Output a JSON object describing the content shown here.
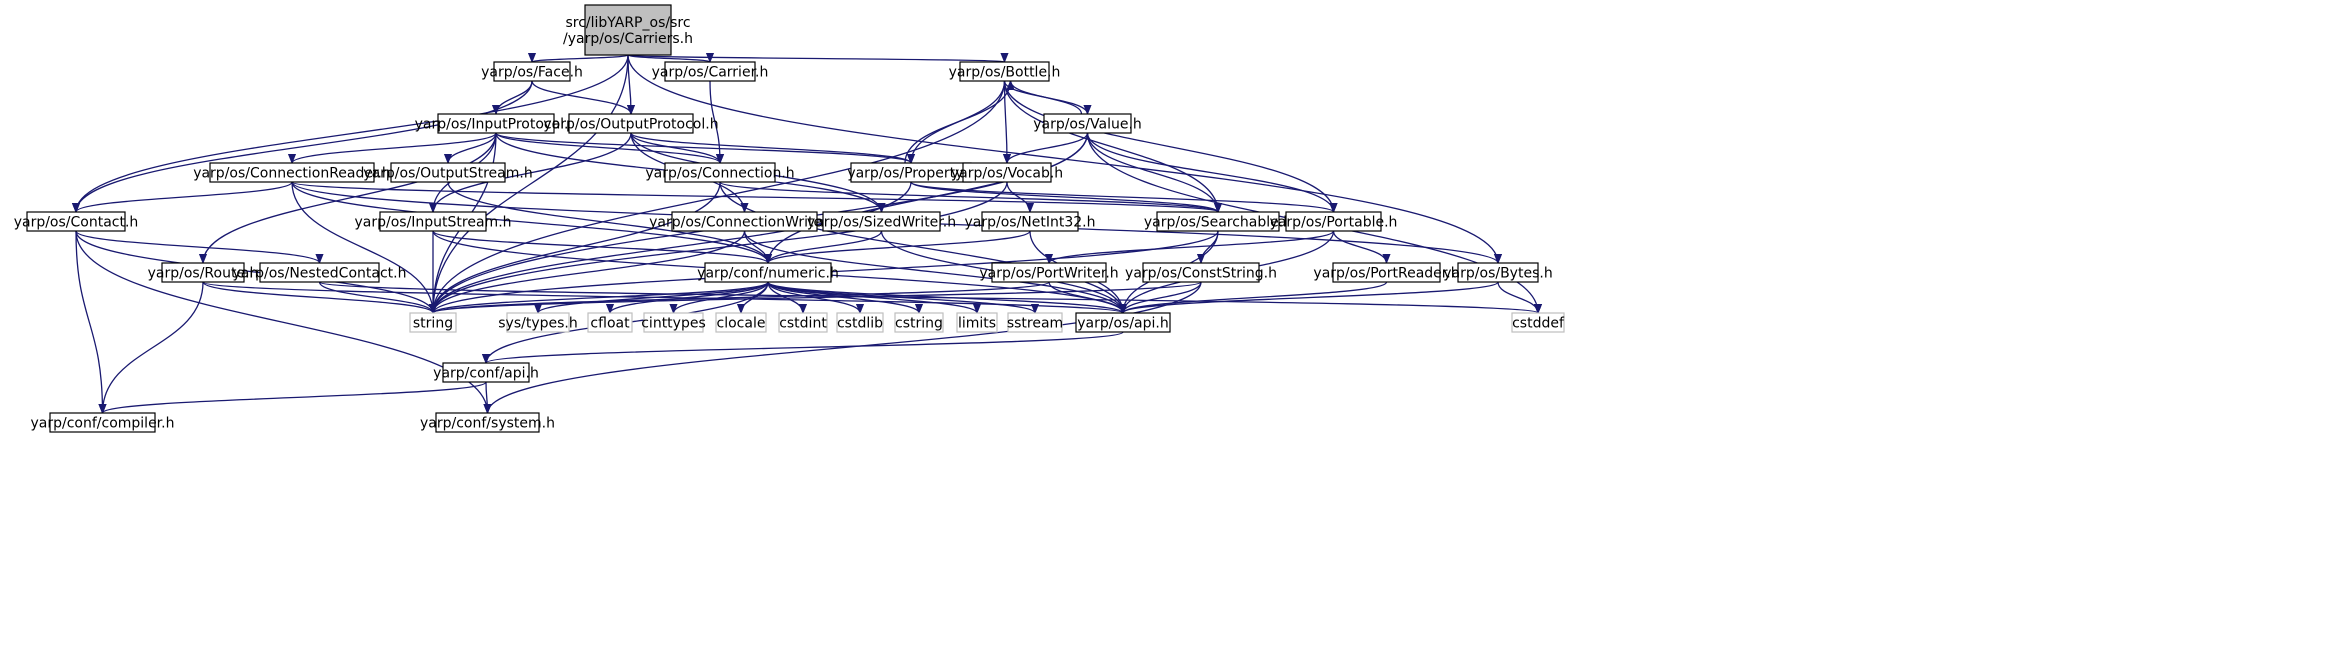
{
  "graph": {
    "colors": {
      "edge": "#191970",
      "box_border": "#000000",
      "root_fill": "#bfbfbf",
      "external_border": "#bfbfbf",
      "text": "#000000"
    },
    "nodes": [
      {
        "id": "root",
        "lines": [
          "src/libYARP_os/src",
          "/yarp/os/Carriers.h"
        ],
        "kind": "root"
      },
      {
        "id": "face",
        "lines": [
          "yarp/os/Face.h"
        ],
        "kind": "header"
      },
      {
        "id": "carrier",
        "lines": [
          "yarp/os/Carrier.h"
        ],
        "kind": "header"
      },
      {
        "id": "bottle",
        "lines": [
          "yarp/os/Bottle.h"
        ],
        "kind": "header"
      },
      {
        "id": "inputprotocol",
        "lines": [
          "yarp/os/InputProtocol.h"
        ],
        "kind": "header"
      },
      {
        "id": "outputprotocol",
        "lines": [
          "yarp/os/OutputProtocol.h"
        ],
        "kind": "header"
      },
      {
        "id": "value",
        "lines": [
          "yarp/os/Value.h"
        ],
        "kind": "header"
      },
      {
        "id": "connectionreader",
        "lines": [
          "yarp/os/ConnectionReader.h"
        ],
        "kind": "header"
      },
      {
        "id": "outputstream",
        "lines": [
          "yarp/os/OutputStream.h"
        ],
        "kind": "header"
      },
      {
        "id": "connection",
        "lines": [
          "yarp/os/Connection.h"
        ],
        "kind": "header"
      },
      {
        "id": "property",
        "lines": [
          "yarp/os/Property.h"
        ],
        "kind": "header"
      },
      {
        "id": "vocab",
        "lines": [
          "yarp/os/Vocab.h"
        ],
        "kind": "header"
      },
      {
        "id": "contact",
        "lines": [
          "yarp/os/Contact.h"
        ],
        "kind": "header"
      },
      {
        "id": "inputstream",
        "lines": [
          "yarp/os/InputStream.h"
        ],
        "kind": "header"
      },
      {
        "id": "connectionwriter",
        "lines": [
          "yarp/os/ConnectionWriter.h"
        ],
        "kind": "header"
      },
      {
        "id": "sizedwriter",
        "lines": [
          "yarp/os/SizedWriter.h"
        ],
        "kind": "header"
      },
      {
        "id": "netint32",
        "lines": [
          "yarp/os/NetInt32.h"
        ],
        "kind": "header"
      },
      {
        "id": "searchable",
        "lines": [
          "yarp/os/Searchable.h"
        ],
        "kind": "header"
      },
      {
        "id": "portable",
        "lines": [
          "yarp/os/Portable.h"
        ],
        "kind": "header"
      },
      {
        "id": "route",
        "lines": [
          "yarp/os/Route.h"
        ],
        "kind": "header"
      },
      {
        "id": "nestedcontact",
        "lines": [
          "yarp/os/NestedContact.h"
        ],
        "kind": "header"
      },
      {
        "id": "numeric",
        "lines": [
          "yarp/conf/numeric.h"
        ],
        "kind": "header"
      },
      {
        "id": "portwriter",
        "lines": [
          "yarp/os/PortWriter.h"
        ],
        "kind": "header"
      },
      {
        "id": "conststring",
        "lines": [
          "yarp/os/ConstString.h"
        ],
        "kind": "header"
      },
      {
        "id": "portreader",
        "lines": [
          "yarp/os/PortReader.h"
        ],
        "kind": "header"
      },
      {
        "id": "bytes",
        "lines": [
          "yarp/os/Bytes.h"
        ],
        "kind": "header"
      },
      {
        "id": "string",
        "lines": [
          "string"
        ],
        "kind": "external"
      },
      {
        "id": "systypes",
        "lines": [
          "sys/types.h"
        ],
        "kind": "external"
      },
      {
        "id": "cfloat",
        "lines": [
          "cfloat"
        ],
        "kind": "external"
      },
      {
        "id": "cinttypes",
        "lines": [
          "cinttypes"
        ],
        "kind": "external"
      },
      {
        "id": "clocale",
        "lines": [
          "clocale"
        ],
        "kind": "external"
      },
      {
        "id": "cstdint",
        "lines": [
          "cstdint"
        ],
        "kind": "external"
      },
      {
        "id": "cstdlib",
        "lines": [
          "cstdlib"
        ],
        "kind": "external"
      },
      {
        "id": "cstring",
        "lines": [
          "cstring"
        ],
        "kind": "external"
      },
      {
        "id": "limits",
        "lines": [
          "limits"
        ],
        "kind": "external"
      },
      {
        "id": "sstream",
        "lines": [
          "sstream"
        ],
        "kind": "external"
      },
      {
        "id": "osapi",
        "lines": [
          "yarp/os/api.h"
        ],
        "kind": "header"
      },
      {
        "id": "cstddef",
        "lines": [
          "cstddef"
        ],
        "kind": "external"
      },
      {
        "id": "confapi",
        "lines": [
          "yarp/conf/api.h"
        ],
        "kind": "header"
      },
      {
        "id": "compiler",
        "lines": [
          "yarp/conf/compiler.h"
        ],
        "kind": "header"
      },
      {
        "id": "system",
        "lines": [
          "yarp/conf/system.h"
        ],
        "kind": "header"
      }
    ],
    "edges": [
      [
        "root",
        "face"
      ],
      [
        "root",
        "carrier"
      ],
      [
        "root",
        "bottle"
      ],
      [
        "root",
        "outputprotocol"
      ],
      [
        "root",
        "contact"
      ],
      [
        "root",
        "string"
      ],
      [
        "root",
        "bytes"
      ],
      [
        "face",
        "inputprotocol"
      ],
      [
        "face",
        "outputprotocol"
      ],
      [
        "face",
        "contact"
      ],
      [
        "carrier",
        "connection"
      ],
      [
        "bottle",
        "value"
      ],
      [
        "bottle",
        "vocab"
      ],
      [
        "bottle",
        "property"
      ],
      [
        "bottle",
        "searchable"
      ],
      [
        "bottle",
        "portable"
      ],
      [
        "bottle",
        "string"
      ],
      [
        "value",
        "bottle"
      ],
      [
        "value",
        "vocab"
      ],
      [
        "value",
        "searchable"
      ],
      [
        "value",
        "portable"
      ],
      [
        "value",
        "numeric"
      ],
      [
        "value",
        "string"
      ],
      [
        "value",
        "cstddef"
      ],
      [
        "property",
        "bottle"
      ],
      [
        "property",
        "searchable"
      ],
      [
        "property",
        "portable"
      ],
      [
        "property",
        "string"
      ],
      [
        "inputprotocol",
        "connectionreader"
      ],
      [
        "inputprotocol",
        "outputstream"
      ],
      [
        "inputprotocol",
        "connection"
      ],
      [
        "inputprotocol",
        "property"
      ],
      [
        "inputprotocol",
        "route"
      ],
      [
        "inputprotocol",
        "inputstream"
      ],
      [
        "inputprotocol",
        "sizedwriter"
      ],
      [
        "inputprotocol",
        "string"
      ],
      [
        "outputprotocol",
        "connection"
      ],
      [
        "outputprotocol",
        "inputstream"
      ],
      [
        "outputprotocol",
        "connectionwriter"
      ],
      [
        "outputprotocol",
        "sizedwriter"
      ],
      [
        "outputprotocol",
        "property"
      ],
      [
        "connectionreader",
        "contact"
      ],
      [
        "connectionreader",
        "searchable"
      ],
      [
        "connectionreader",
        "bytes"
      ],
      [
        "connectionreader",
        "numeric"
      ],
      [
        "connectionreader",
        "string"
      ],
      [
        "outputstream",
        "numeric"
      ],
      [
        "connection",
        "searchable"
      ],
      [
        "connection",
        "osapi"
      ],
      [
        "connection",
        "string"
      ],
      [
        "vocab",
        "netint32"
      ],
      [
        "vocab",
        "string"
      ],
      [
        "contact",
        "nestedcontact"
      ],
      [
        "contact",
        "compiler"
      ],
      [
        "contact",
        "system"
      ],
      [
        "contact",
        "string"
      ],
      [
        "inputstream",
        "numeric"
      ],
      [
        "inputstream",
        "osapi"
      ],
      [
        "inputstream",
        "string"
      ],
      [
        "connectionwriter",
        "numeric"
      ],
      [
        "connectionwriter",
        "osapi"
      ],
      [
        "connectionwriter",
        "string"
      ],
      [
        "sizedwriter",
        "numeric"
      ],
      [
        "sizedwriter",
        "osapi"
      ],
      [
        "netint32",
        "numeric"
      ],
      [
        "netint32",
        "osapi"
      ],
      [
        "searchable",
        "conststring"
      ],
      [
        "searchable",
        "osapi"
      ],
      [
        "searchable",
        "string"
      ],
      [
        "portable",
        "portwriter"
      ],
      [
        "portable",
        "portreader"
      ],
      [
        "portable",
        "osapi"
      ],
      [
        "route",
        "compiler"
      ],
      [
        "route",
        "osapi"
      ],
      [
        "route",
        "string"
      ],
      [
        "nestedcontact",
        "string"
      ],
      [
        "nestedcontact",
        "cstddef"
      ],
      [
        "numeric",
        "string"
      ],
      [
        "numeric",
        "systypes"
      ],
      [
        "numeric",
        "cfloat"
      ],
      [
        "numeric",
        "cinttypes"
      ],
      [
        "numeric",
        "clocale"
      ],
      [
        "numeric",
        "cstdint"
      ],
      [
        "numeric",
        "cstdlib"
      ],
      [
        "numeric",
        "cstring"
      ],
      [
        "numeric",
        "limits"
      ],
      [
        "numeric",
        "sstream"
      ],
      [
        "numeric",
        "osapi"
      ],
      [
        "numeric",
        "confapi"
      ],
      [
        "portwriter",
        "osapi"
      ],
      [
        "portwriter",
        "string"
      ],
      [
        "conststring",
        "osapi"
      ],
      [
        "conststring",
        "string"
      ],
      [
        "conststring",
        "system"
      ],
      [
        "portreader",
        "osapi"
      ],
      [
        "bytes",
        "osapi"
      ],
      [
        "bytes",
        "cstddef"
      ],
      [
        "osapi",
        "confapi"
      ],
      [
        "confapi",
        "compiler"
      ],
      [
        "confapi",
        "system"
      ]
    ]
  }
}
